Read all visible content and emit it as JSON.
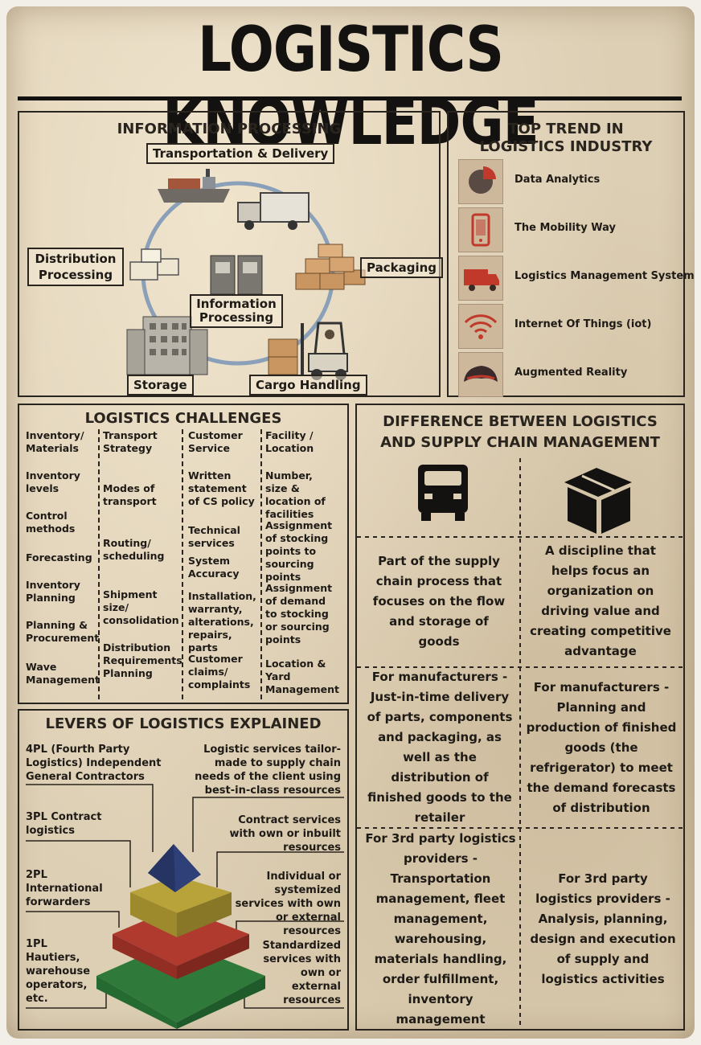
{
  "title": "Logistics Knowledge",
  "info": {
    "title": "INFORMATION PROCESSING",
    "labels": {
      "transport": "Transportation & Delivery",
      "distribution": "Distribution Processing",
      "packaging": "Packaging",
      "center": "Information Processing",
      "storage": "Storage",
      "cargo": "Cargo Handling"
    }
  },
  "trends": {
    "title": "TOP TREND IN LOGISTICS INDUSTRY",
    "items": [
      {
        "label": "Data Analytics",
        "icon": "pie-chart-icon"
      },
      {
        "label": "The Mobility Way",
        "icon": "mobile-phone-icon"
      },
      {
        "label": "Logistics Management System",
        "icon": "truck-icon"
      },
      {
        "label": "Internet Of Things (iot)",
        "icon": "wifi-icon"
      },
      {
        "label": "Augmented Reality",
        "icon": "vr-headset-icon"
      }
    ]
  },
  "challenges": {
    "title": "LOGISTICS CHALLENGES",
    "columns": [
      {
        "header": "Inventory/ Materials",
        "items": [
          "Inventory levels",
          "Control methods",
          "Forecasting",
          "Inventory Planning",
          "Planning & Procurement",
          "Wave Management"
        ]
      },
      {
        "header": "Transport Strategy",
        "items": [
          "Modes of transport",
          "Routing/ scheduling",
          "Shipment size/ consolidation",
          "Distribution Requirements Planning"
        ]
      },
      {
        "header": "Customer Service",
        "items": [
          "Written statement of CS policy",
          "Technical services",
          "System Accuracy",
          "Installation, warranty, alterations, repairs, parts",
          "Customer claims/ complaints"
        ]
      },
      {
        "header": "Facility / Location",
        "items": [
          "Number, size & location of facilities",
          "Assignment of stocking points to sourcing points",
          "Assignment of demand to stocking or sourcing points",
          "Location & Yard Management"
        ]
      }
    ]
  },
  "difference": {
    "title": "DIFFERENCE BETWEEN LOGISTICS AND SUPPLY CHAIN MANAGEMENT",
    "rows": [
      [
        "Part of the supply chain process that focuses on the flow and storage of goods",
        "A discipline that helps focus an organization on driving value and creating competitive advantage"
      ],
      [
        "For manufacturers - Just-in-time delivery of parts, components and packaging, as well as the distribution of finished goods to the retailer",
        "For manufacturers - Planning and production of finished goods (the refrigerator) to meet the demand forecasts of distribution"
      ],
      [
        "For 3rd party logistics providers - Transportation management, fleet management, warehousing, materials handling, order fulfillment, inventory management",
        "For 3rd party logistics providers - Analysis, planning, design and execution of supply and logistics activities"
      ]
    ]
  },
  "levers": {
    "title": "LEVERS OF LOGISTICS EXPLAINED",
    "left": [
      "4PL (Fourth Party Logistics) Independent General Contractors",
      "3PL Contract logistics",
      "2PL International forwarders",
      "1PL Hautiers, warehouse operators, etc."
    ],
    "right": [
      "Logistic services tailor-made to supply chain needs of the client using best-in-class resources",
      "Contract services with own or inbuilt resources",
      "Individual or systemized services with own or external resources",
      "Standardized services with own or external resources"
    ],
    "colors": [
      "#2f3f78",
      "#b7a33a",
      "#b03a2e",
      "#2f7a3a"
    ]
  }
}
